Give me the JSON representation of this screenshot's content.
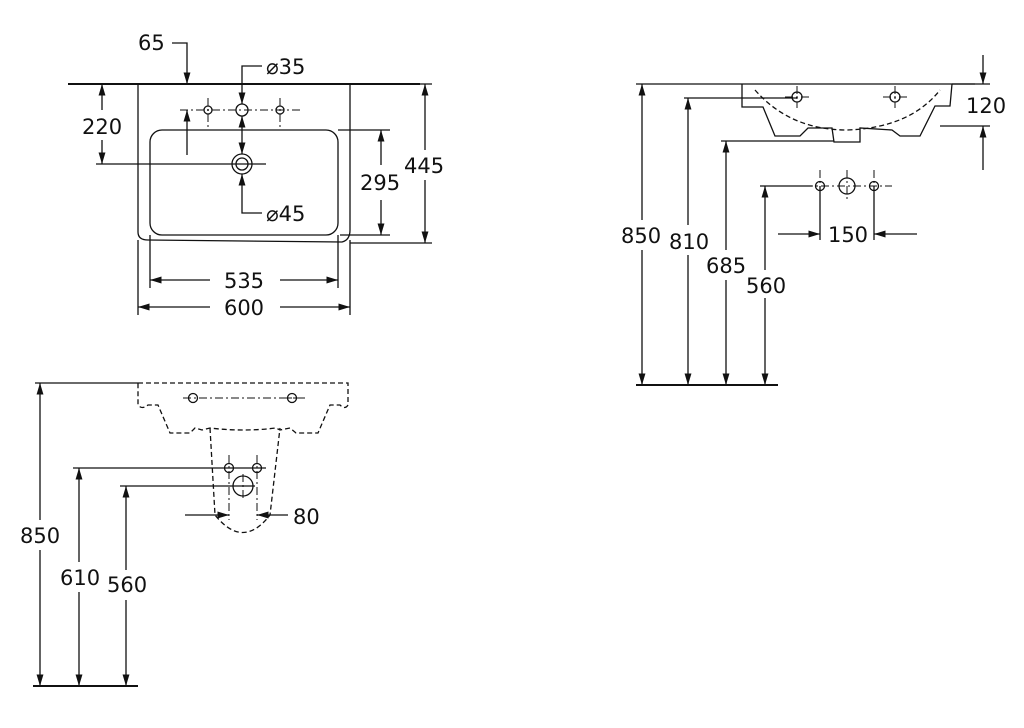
{
  "top_view": {
    "dim_tap_offset": "65",
    "dim_tap_hole": "⌀35",
    "dim_drain_hole": "⌀45",
    "dim_drain_from_wall": "220",
    "dim_bowl_depth": "295",
    "dim_total_depth": "445",
    "dim_bowl_width": "535",
    "dim_total_width": "600"
  },
  "side_view": {
    "dim_rim_height": "850",
    "dim_tap_height": "810",
    "dim_underside_height": "685",
    "dim_supply_height": "560",
    "dim_basin_height": "120",
    "dim_supply_spacing": "150"
  },
  "front_view_pedestal": {
    "dim_rim_height": "850",
    "dim_supply_height": "610",
    "dim_drain_height": "560",
    "dim_supply_spacing": "80"
  }
}
